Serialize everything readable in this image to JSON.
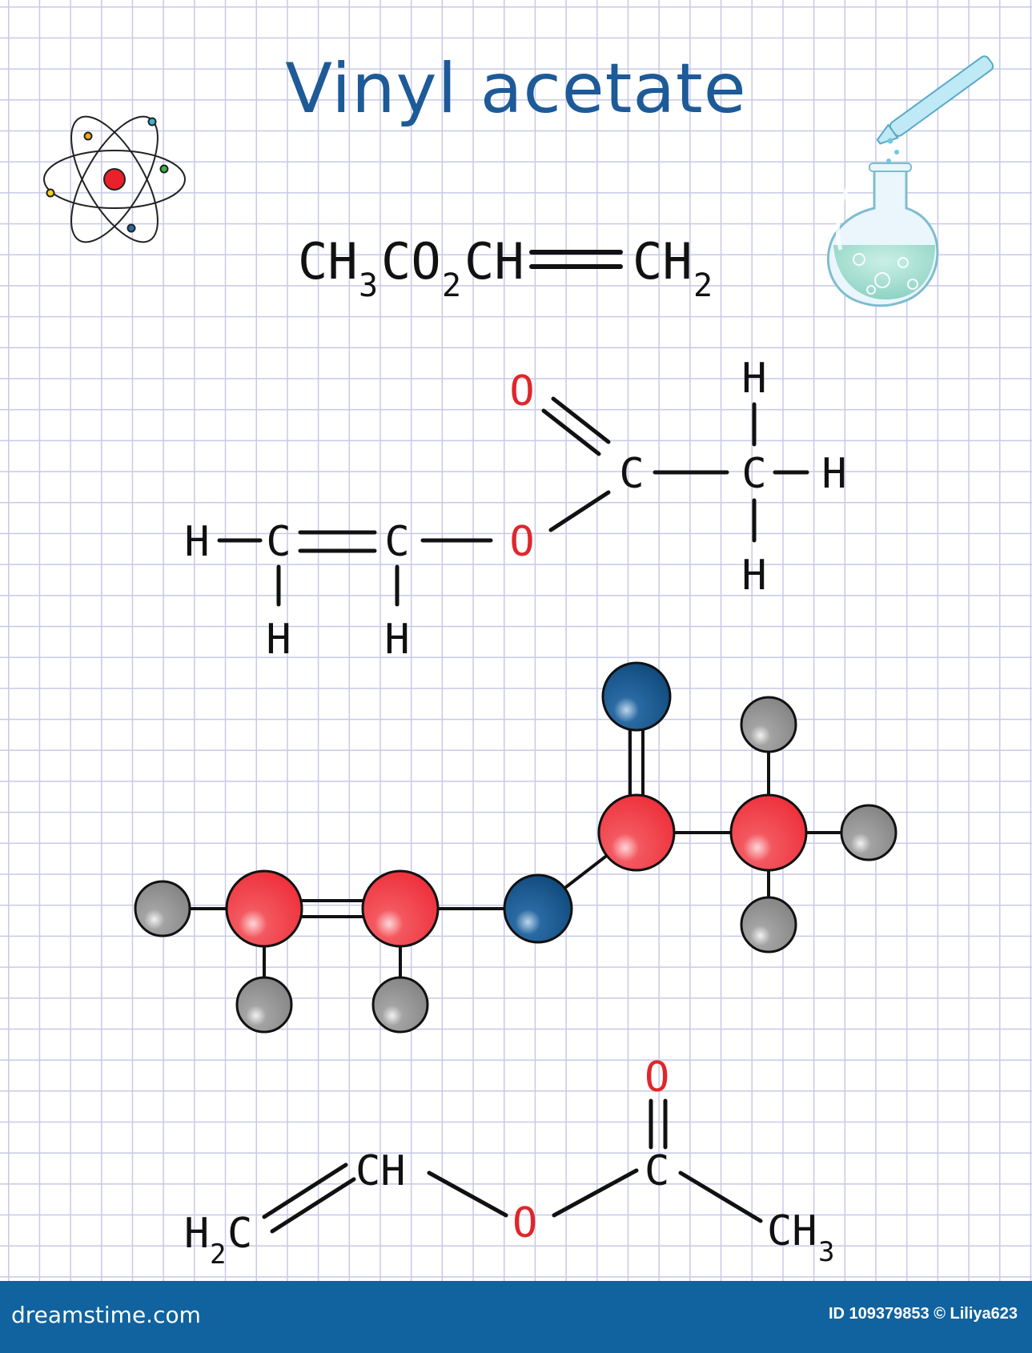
{
  "title": "Vinyl acetate",
  "formula": {
    "parts": [
      "CH",
      "3",
      "CO",
      "2",
      "CH",
      "CH",
      "2"
    ]
  },
  "structural": {
    "atoms": {
      "H": "H",
      "C": "C",
      "O": "O"
    }
  },
  "skeletal": {
    "h2c": "H",
    "h2c_sub": "2",
    "h2c_c": "C",
    "ch": "CH",
    "o": "O",
    "c": "C",
    "o_top": "O",
    "ch3": "CH",
    "ch3_sub": "3"
  },
  "colors": {
    "title": "#1d5a97",
    "oxygen_label": "#e0262b",
    "carbon_ball": "#f2343f",
    "oxygen_ball": "#0f4a7c",
    "hydrogen_ball": "#8c8c8c",
    "footer": "#10639e",
    "grid": "#c7c9e6"
  },
  "icons": [
    "atom-icon",
    "flask-pipette-icon"
  ],
  "footer": {
    "logo": "dreamstime.com",
    "credit": "ID 109379853 © Liliya623"
  }
}
